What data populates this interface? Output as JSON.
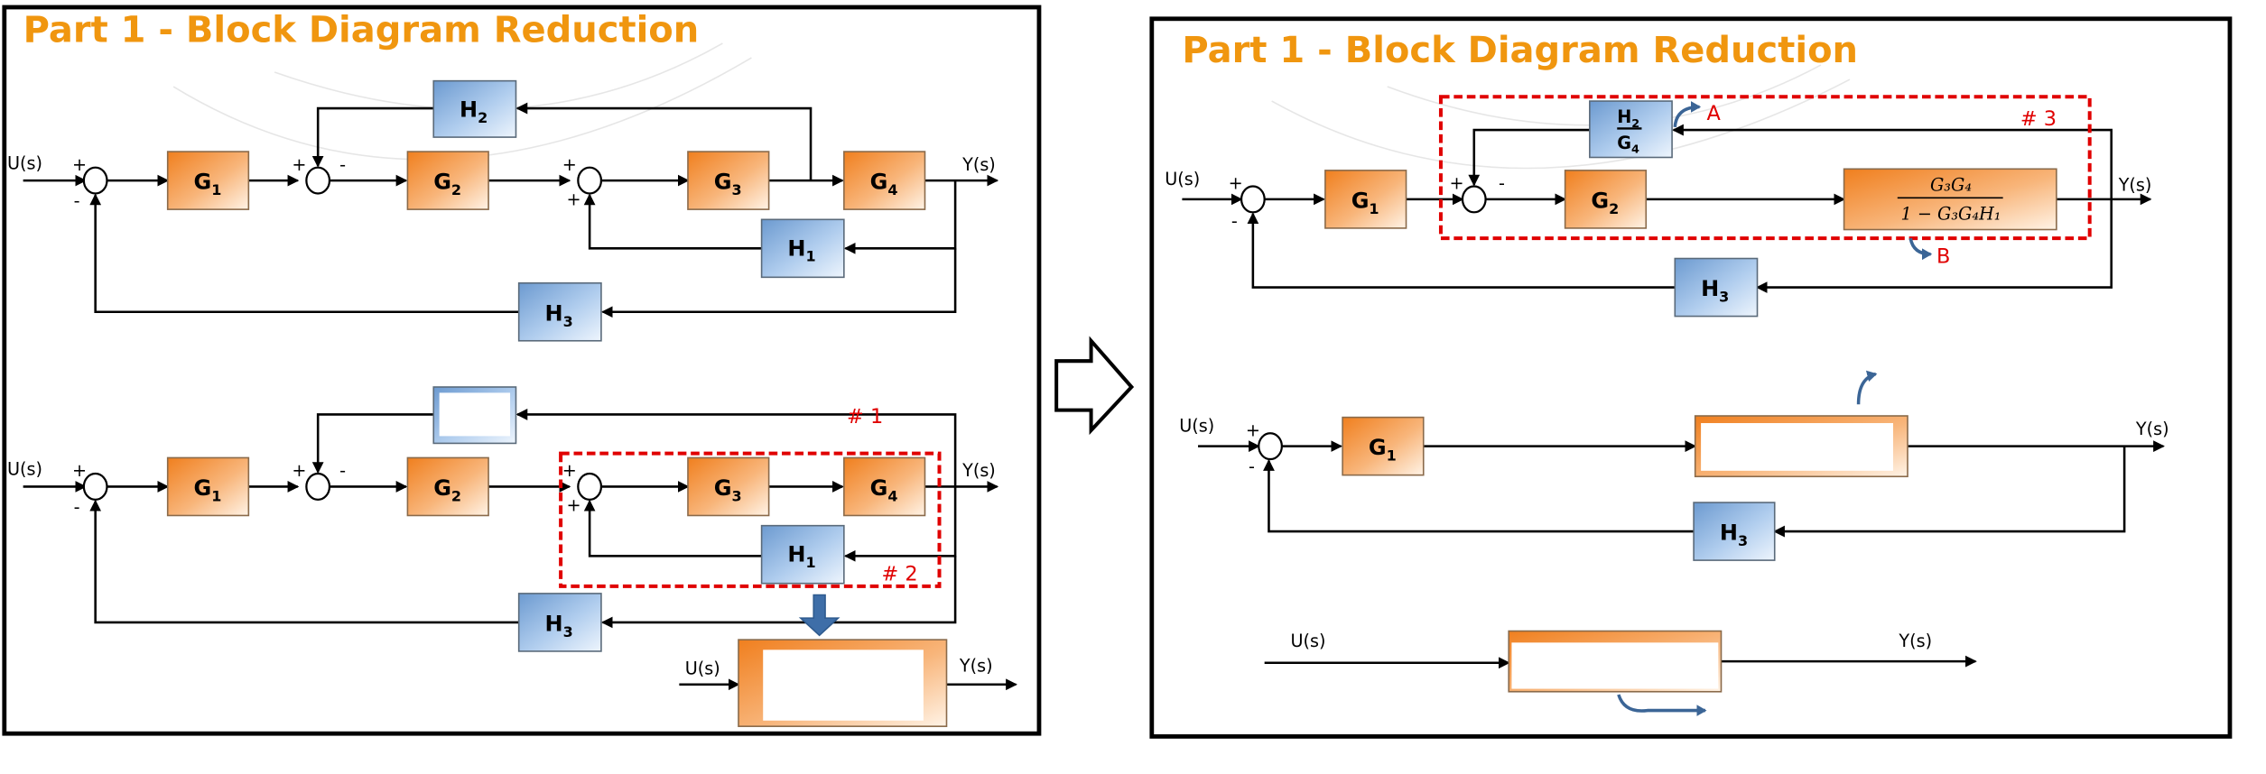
{
  "panels": {
    "left": {
      "title": "Part 1 - Block Diagram Reduction",
      "top_diagram": {
        "input": "U(s)",
        "output": "Y(s)",
        "blocks": {
          "g1": "G",
          "g1_sub": "1",
          "g2": "G",
          "g2_sub": "2",
          "g3": "G",
          "g3_sub": "3",
          "g4": "G",
          "g4_sub": "4",
          "h1": "H",
          "h1_sub": "1",
          "h2": "H",
          "h2_sub": "2",
          "h3": "H",
          "h3_sub": "3"
        },
        "signs": {
          "s1_plus": "+",
          "s1_minus": "-",
          "s2_plus": "+",
          "s2_minus": "-",
          "s3_plus_top": "+",
          "s3_plus_bottom": "+"
        }
      },
      "bottom_diagram": {
        "input": "U(s)",
        "output": "Y(s)",
        "blocks": {
          "g1": "G",
          "g1_sub": "1",
          "g2": "G",
          "g2_sub": "2",
          "g3": "G",
          "g3_sub": "3",
          "g4": "G",
          "g4_sub": "4",
          "h1": "H",
          "h1_sub": "1",
          "h2_blank": "",
          "h3": "H",
          "h3_sub": "3"
        },
        "signs": {
          "s1_plus": "+",
          "s1_minus": "-",
          "s2_plus": "+",
          "s2_minus": "-",
          "s3_plus_top": "+",
          "s3_plus_bottom": "+"
        },
        "annotations": {
          "group1": "# 1",
          "group2": "# 2"
        }
      },
      "result": {
        "input": "U(s)",
        "output": "Y(s)",
        "block": ""
      }
    },
    "right": {
      "title": "Part 1 - Block Diagram Reduction",
      "top_diagram": {
        "input": "U(s)",
        "output": "Y(s)",
        "blocks": {
          "g1": "G",
          "g1_sub": "1",
          "g2": "G",
          "g2_sub": "2",
          "h3": "H",
          "h3_sub": "3",
          "h2_over_g4_num": "H",
          "h2_over_g4_num_sub": "2",
          "h2_over_g4_den": "G",
          "h2_over_g4_den_sub": "4",
          "combined_num": "G₃G₄",
          "combined_den": "1 − G₃G₄H₁"
        },
        "signs": {
          "s1_plus": "+",
          "s1_minus": "-",
          "s2_plus": "+",
          "s2_minus": "-"
        },
        "annotations": {
          "group3": "# 3",
          "callout_a": "A",
          "callout_b": "B"
        }
      },
      "middle_diagram": {
        "input": "U(s)",
        "output": "Y(s)",
        "blocks": {
          "g1": "G",
          "g1_sub": "1",
          "blank": "",
          "h3": "H",
          "h3_sub": "3"
        },
        "signs": {
          "s1_plus": "+",
          "s1_minus": "-"
        }
      },
      "bottom_diagram": {
        "input": "U(s)",
        "output": "Y(s)",
        "block": ""
      }
    }
  },
  "colors": {
    "title": "#f0960f",
    "annotation": "#e00000",
    "callout": "#3b6596",
    "orange_block": "#f6a25a",
    "blue_block": "#9ec1e6"
  }
}
